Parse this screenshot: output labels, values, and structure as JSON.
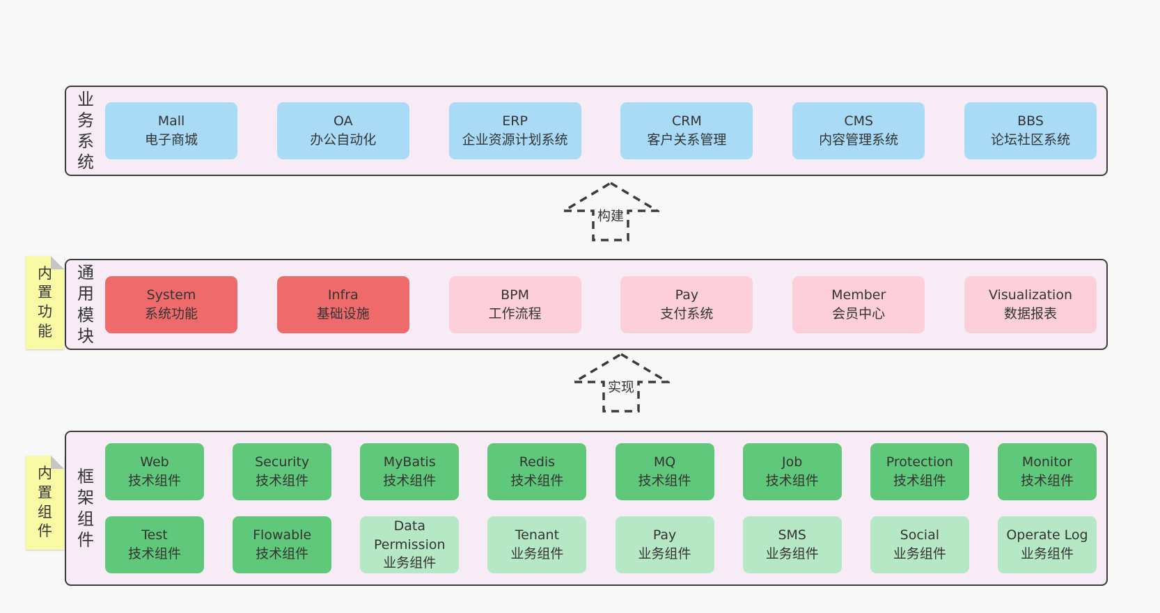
{
  "colors": {
    "page_bg": "#f8f8f8",
    "panel_bg": "#f7ecf5",
    "panel_border": "#3b3b3b",
    "blue": "#a9dbf7",
    "red": "#ef6b6b",
    "pink": "#fccfda",
    "green_dark": "#60c87a",
    "green_light": "#b7e8c6",
    "sticky_yellow": "#fafaa4",
    "text": "#333333"
  },
  "layers": [
    {
      "label": "业务系统",
      "sticky": null,
      "rows": [
        [
          {
            "en": "Mall",
            "zh": "电子商城",
            "variant": "blue"
          },
          {
            "en": "OA",
            "zh": "办公自动化",
            "variant": "blue"
          },
          {
            "en": "ERP",
            "zh": "企业资源计划系统",
            "variant": "blue"
          },
          {
            "en": "CRM",
            "zh": "客户关系管理",
            "variant": "blue"
          },
          {
            "en": "CMS",
            "zh": "内容管理系统",
            "variant": "blue"
          },
          {
            "en": "BBS",
            "zh": "论坛社区系统",
            "variant": "blue"
          }
        ]
      ]
    },
    {
      "label": "通用模块",
      "sticky": "内置功能",
      "rows": [
        [
          {
            "en": "System",
            "zh": "系统功能",
            "variant": "red"
          },
          {
            "en": "Infra",
            "zh": "基础设施",
            "variant": "red"
          },
          {
            "en": "BPM",
            "zh": "工作流程",
            "variant": "pink"
          },
          {
            "en": "Pay",
            "zh": "支付系统",
            "variant": "pink"
          },
          {
            "en": "Member",
            "zh": "会员中心",
            "variant": "pink"
          },
          {
            "en": "Visualization",
            "zh": "数据报表",
            "variant": "pink"
          }
        ]
      ]
    },
    {
      "label": "框架组件",
      "sticky": "内置组件",
      "rows": [
        [
          {
            "en": "Web",
            "zh": "技术组件",
            "variant": "green"
          },
          {
            "en": "Security",
            "zh": "技术组件",
            "variant": "green"
          },
          {
            "en": "MyBatis",
            "zh": "技术组件",
            "variant": "green"
          },
          {
            "en": "Redis",
            "zh": "技术组件",
            "variant": "green"
          },
          {
            "en": "MQ",
            "zh": "技术组件",
            "variant": "green"
          },
          {
            "en": "Job",
            "zh": "技术组件",
            "variant": "green"
          },
          {
            "en": "Protection",
            "zh": "技术组件",
            "variant": "green"
          },
          {
            "en": "Monitor",
            "zh": "技术组件",
            "variant": "green"
          }
        ],
        [
          {
            "en": "Test",
            "zh": "技术组件",
            "variant": "green"
          },
          {
            "en": "Flowable",
            "zh": "技术组件",
            "variant": "green"
          },
          {
            "en": "Data Permission",
            "zh": "业务组件",
            "variant": "green-light"
          },
          {
            "en": "Tenant",
            "zh": "业务组件",
            "variant": "green-light"
          },
          {
            "en": "Pay",
            "zh": "业务组件",
            "variant": "green-light"
          },
          {
            "en": "SMS",
            "zh": "业务组件",
            "variant": "green-light"
          },
          {
            "en": "Social",
            "zh": "业务组件",
            "variant": "green-light"
          },
          {
            "en": "Operate Log",
            "zh": "业务组件",
            "variant": "green-light"
          }
        ]
      ]
    }
  ],
  "arrows": [
    {
      "label": "构建"
    },
    {
      "label": "实现"
    }
  ]
}
